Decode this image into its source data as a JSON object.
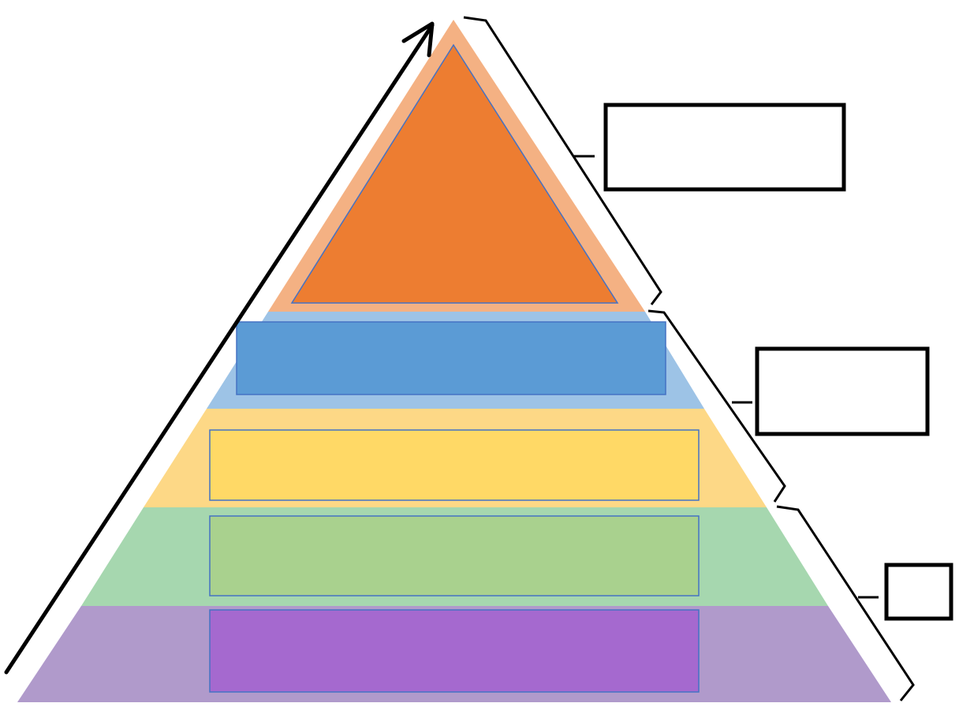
{
  "diagram": {
    "type": "pyramid",
    "levels": [
      {
        "name": "top",
        "band_color": "#F4B183",
        "shape_color": "#ED7D31",
        "label": ""
      },
      {
        "name": "level-2",
        "band_color": "#9DC3E6",
        "shape_color": "#5B9BD5",
        "label": ""
      },
      {
        "name": "level-3",
        "band_color": "#FDD886",
        "shape_color": "#FFD966",
        "label": ""
      },
      {
        "name": "level-4",
        "band_color": "#A6D7AF",
        "shape_color": "#A9D18E",
        "label": ""
      },
      {
        "name": "bottom",
        "band_color": "#B09ACB",
        "shape_color": "#A569CF",
        "label": ""
      }
    ],
    "outline_color": "#4472C4",
    "annotation_boxes": [
      {
        "name": "upper-group-box",
        "label": ""
      },
      {
        "name": "middle-group-box",
        "label": ""
      },
      {
        "name": "lower-group-box",
        "label": ""
      }
    ],
    "arrow_direction": "up"
  }
}
